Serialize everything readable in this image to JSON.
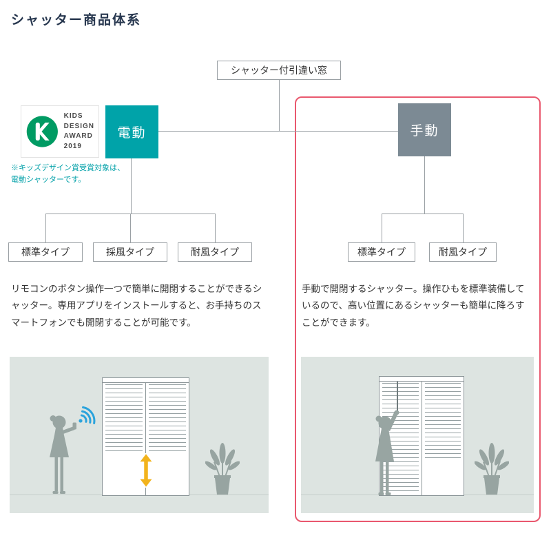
{
  "page": {
    "title": "シャッター商品体系"
  },
  "diagram": {
    "root": "シャッター付引違い窓",
    "electric": {
      "label": "電動",
      "types": [
        "標準タイプ",
        "採風タイプ",
        "耐風タイプ"
      ],
      "description": "リモコンのボタン操作一つで簡単に開閉することができるシャッター。専用アプリをインストールすると、お手持ちのスマートフォンでも開閉することが可能です。"
    },
    "manual": {
      "label": "手動",
      "types": [
        "標準タイプ",
        "耐風タイプ"
      ],
      "description": "手動で開閉するシャッター。操作ひもを標準装備しているので、高い位置にあるシャッターも簡単に降ろすことができます。"
    }
  },
  "award": {
    "logo_lines": [
      "KIDS",
      "DESIGN",
      "AWARD",
      "2019"
    ],
    "note_line1": "※キッズデザイン賞受賞対象は、",
    "note_line2": "電動シャッターです。"
  },
  "colors": {
    "electric_teal": "#00a3a9",
    "manual_gray": "#7c8a94",
    "highlight_pink": "#e9586e",
    "heading_navy": "#27374f",
    "award_green": "#009b63",
    "wifi_blue": "#2aa3dc",
    "arrow_yellow": "#f2b31c",
    "illustration_bg": "#dde4e1"
  }
}
